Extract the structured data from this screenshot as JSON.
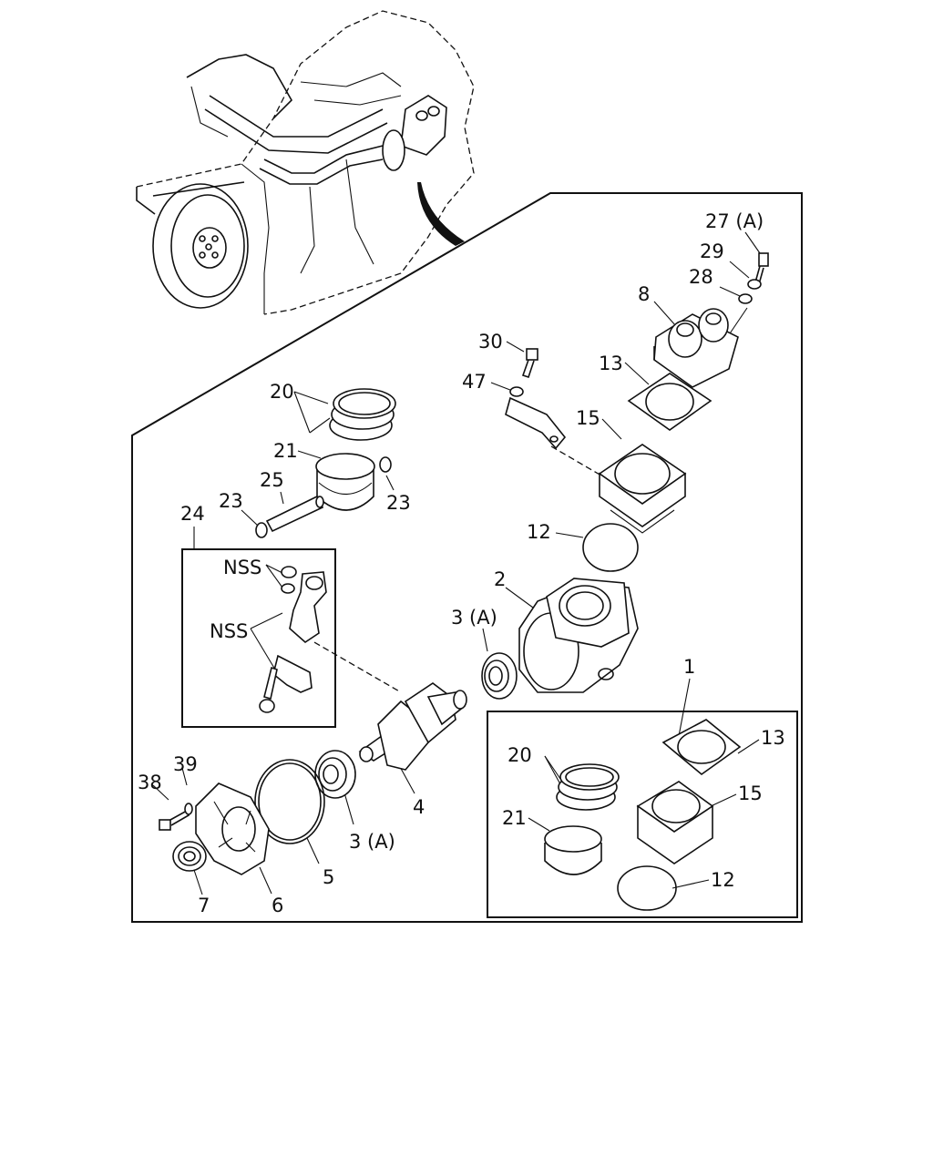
{
  "labels": {
    "l27a": "27 (A)",
    "l29": "29",
    "l28": "28",
    "l8": "8",
    "l30": "30",
    "l47": "47",
    "l13a": "13",
    "l15a": "15",
    "l20a": "20",
    "l21a": "21",
    "l25": "25",
    "l23a": "23",
    "l23b": "23",
    "l24": "24",
    "l12a": "12",
    "lnss1": "NSS",
    "lnss2": "NSS",
    "l2": "2",
    "l3a1": "3 (A)",
    "l1": "1",
    "l39": "39",
    "l38": "38",
    "l4": "4",
    "l3a2": "3 (A)",
    "l5": "5",
    "l6": "6",
    "l7": "7",
    "l20b": "20",
    "l21b": "21",
    "l13b": "13",
    "l15b": "15",
    "l12b": "12"
  }
}
